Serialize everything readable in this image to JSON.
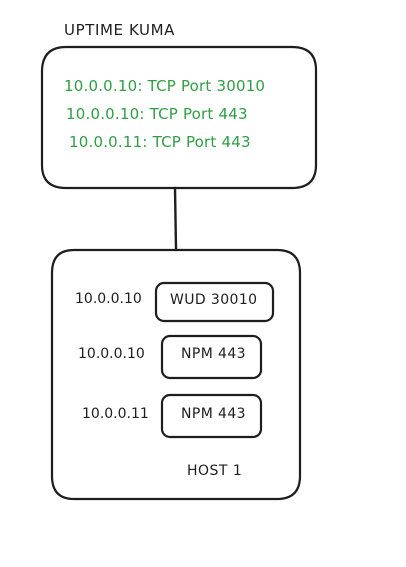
{
  "colors": {
    "stroke": "#1e1e1e",
    "monitor_text": "#2f9e44",
    "background": "#ffffff"
  },
  "uptime_kuma": {
    "title": "UPTIME KUMA",
    "monitors": [
      "10.0.0.10: TCP Port 30010",
      "10.0.0.10: TCP Port 443",
      "10.0.0.11: TCP Port 443"
    ]
  },
  "host": {
    "title": "HOST 1",
    "services": [
      {
        "ip": "10.0.0.10",
        "name": "WUD 30010"
      },
      {
        "ip": "10.0.0.10",
        "name": "NPM 443"
      },
      {
        "ip": "10.0.0.11",
        "name": "NPM 443"
      }
    ]
  }
}
